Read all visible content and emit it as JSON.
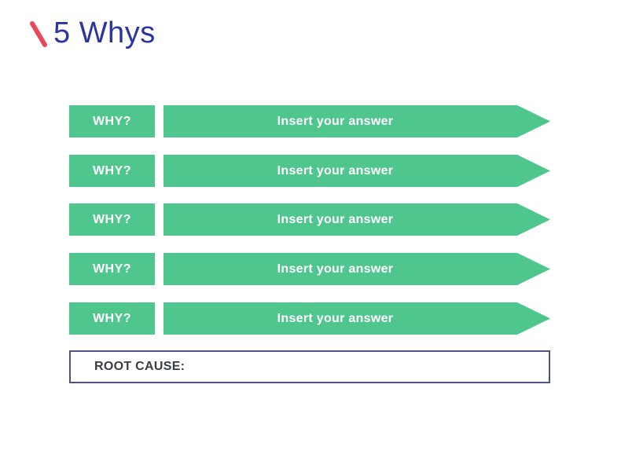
{
  "title": {
    "text": "5 Whys",
    "slash_icon": "red-diagonal-slash"
  },
  "colors": {
    "accent_green": "#4FC68D",
    "title_blue": "#2B35A0",
    "slash_red": "#E8495A",
    "root_border_navy": "#4D5285",
    "root_text": "#3A3D46",
    "row_text": "#FFFFFF",
    "background": "#FFFFFF"
  },
  "rows": [
    {
      "label": "WHY?",
      "answer": "Insert your answer"
    },
    {
      "label": "WHY?",
      "answer": "Insert your answer"
    },
    {
      "label": "WHY?",
      "answer": "Insert your answer"
    },
    {
      "label": "WHY?",
      "answer": "Insert your answer"
    },
    {
      "label": "WHY?",
      "answer": "Insert your answer"
    }
  ],
  "root_cause": {
    "label": "ROOT CAUSE:",
    "value": ""
  }
}
